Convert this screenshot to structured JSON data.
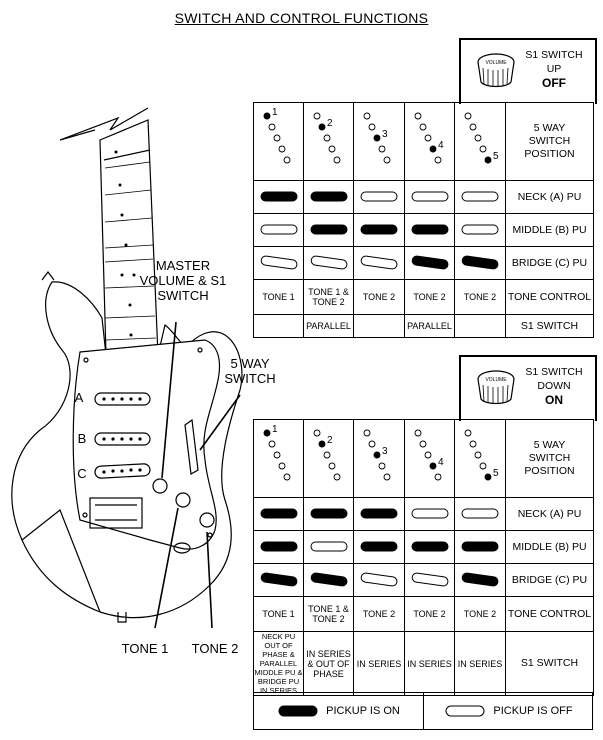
{
  "title": "SWITCH AND CONTROL FUNCTIONS",
  "labels": {
    "master": "MASTER VOLUME & S1 SWITCH",
    "five_way": "5 WAY SWITCH",
    "tone1": "TONE 1",
    "tone2": "TONE 2",
    "pickup_a": "A",
    "pickup_b": "B",
    "pickup_c": "C"
  },
  "knob_text": "VOLUME",
  "table_up": {
    "s1": {
      "line1": "S1 SWITCH",
      "line2": "UP",
      "line3": "OFF"
    },
    "header": "5 WAY SWITCH POSITION",
    "positions": [
      "1",
      "2",
      "3",
      "4",
      "5"
    ],
    "rows": [
      {
        "label": "NECK (A) PU",
        "states": [
          1,
          1,
          0,
          0,
          0
        ]
      },
      {
        "label": "MIDDLE (B) PU",
        "states": [
          0,
          1,
          1,
          1,
          0
        ]
      },
      {
        "label": "BRIDGE (C) PU",
        "states": [
          0,
          0,
          0,
          1,
          1
        ]
      }
    ],
    "tone_control": {
      "label": "TONE CONTROL",
      "values": [
        "TONE 1",
        "TONE 1 & TONE 2",
        "TONE 2",
        "TONE 2",
        "TONE 2"
      ]
    },
    "s1_switch": {
      "label": "S1 SWITCH",
      "values": [
        "",
        "PARALLEL",
        "",
        "PARALLEL",
        ""
      ]
    }
  },
  "table_down": {
    "s1": {
      "line1": "S1 SWITCH",
      "line2": "DOWN",
      "line3": "ON"
    },
    "header": "5 WAY SWITCH POSITION",
    "positions": [
      "1",
      "2",
      "3",
      "4",
      "5"
    ],
    "rows": [
      {
        "label": "NECK (A) PU",
        "states": [
          1,
          1,
          1,
          0,
          0
        ]
      },
      {
        "label": "MIDDLE (B) PU",
        "states": [
          1,
          0,
          1,
          1,
          1
        ]
      },
      {
        "label": "BRIDGE (C) PU",
        "states": [
          1,
          1,
          0,
          0,
          1
        ]
      }
    ],
    "tone_control": {
      "label": "TONE CONTROL",
      "values": [
        "TONE 1",
        "TONE 1 & TONE 2",
        "TONE 2",
        "TONE 2",
        "TONE 2"
      ]
    },
    "s1_switch": {
      "label": "S1 SWITCH",
      "values": [
        "NECK PU OUT OF PHASE & PARALLEL MIDDLE PU & BRIDGE PU IN SERIES",
        "IN SERIES & OUT OF PHASE",
        "IN SERIES",
        "IN SERIES",
        "IN SERIES"
      ]
    }
  },
  "legend": {
    "on": "PICKUP IS ON",
    "off": "PICKUP IS OFF"
  }
}
